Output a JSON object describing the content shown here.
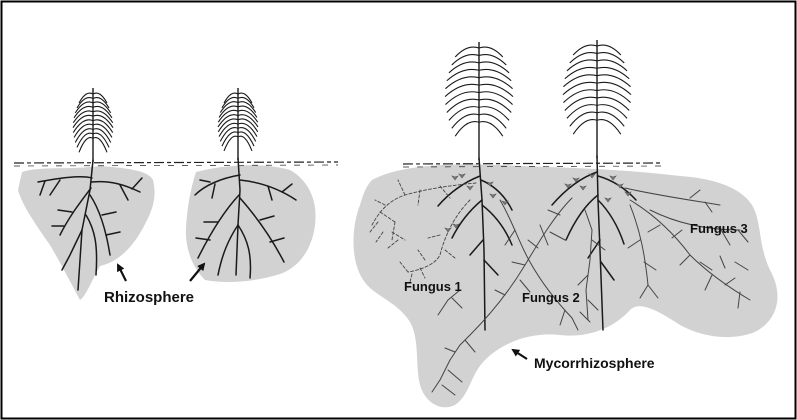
{
  "labels": {
    "rhizosphere": "Rhizosphere",
    "fungus1": "Fungus 1",
    "fungus2": "Fungus 2",
    "fungus3": "Fungus 3",
    "mycorrhizosphere": "Mycorrhizosphere"
  },
  "colors": {
    "zone_fill": "#d2d2d2",
    "line": "#1a1a1a",
    "fungal_hypha": "#444444",
    "arbuscule": "#7a7a7a",
    "background": "#ffffff",
    "border": "#000000"
  }
}
